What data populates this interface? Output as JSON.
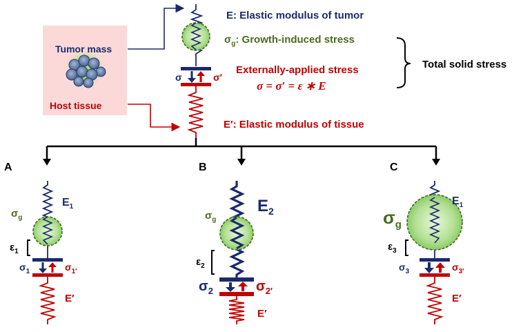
{
  "top": {
    "tumor_mass": "Tumor mass",
    "host_tissue": "Host tissue",
    "elastic_tumor": "E: Elastic modulus of tumor",
    "growth_stress_symbol": "σ",
    "growth_stress_sub": "g",
    "growth_stress_text": ": Growth-induced stress",
    "external_stress": "Externally-applied stress",
    "equation": "σ = σ′ = ε ∗ E",
    "total_solid_stress": "Total solid stress",
    "sigma": "σ",
    "sigma_prime": "σ′",
    "elastic_tissue": "E′: Elastic modulus of tissue"
  },
  "panels": {
    "a": {
      "label": "A",
      "e_top": "E",
      "e_top_sub": "1",
      "sigma_g": "σ",
      "sigma_g_sub": "g",
      "eps": "ε",
      "eps_sub": "1",
      "sig_l": "σ",
      "sig_l_sub": "1",
      "sig_r": "σ",
      "sig_r_sub": "1′",
      "e_bottom": "E′"
    },
    "b": {
      "label": "B",
      "e_top": "E",
      "e_top_sub": "2",
      "sigma_g": "σ",
      "sigma_g_sub": "g",
      "eps": "ε",
      "eps_sub": "2",
      "sig_l": "σ",
      "sig_l_sub": "2",
      "sig_r": "σ",
      "sig_r_sub": "2′",
      "e_bottom": "E′"
    },
    "c": {
      "label": "C",
      "e_top": "E",
      "e_top_sub": "1",
      "sigma_g": "σ",
      "sigma_g_sub": "g",
      "eps": "ε",
      "eps_sub": "3",
      "sig_l": "σ",
      "sig_l_sub": "3",
      "sig_r": "σ",
      "sig_r_sub": "3′",
      "e_bottom": "E′"
    }
  },
  "colors": {
    "blue": "#1a2a6c",
    "red": "#c00000",
    "green": "#4a6b1f",
    "pink": "#fbd9d9",
    "ball": "#a8d98a"
  }
}
